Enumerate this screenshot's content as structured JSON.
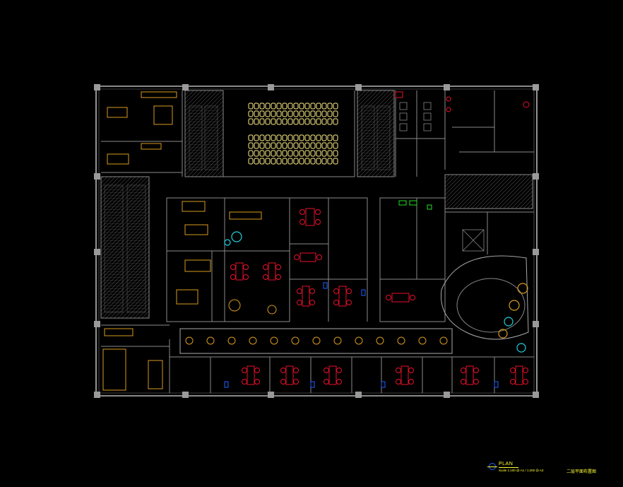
{
  "drawing": {
    "title": "PLAN",
    "scale": "Scale 1:100 @ A1 / 1:200 @ A3",
    "subtitle_cn": "二层平面布置图"
  },
  "colors": {
    "background": "#000000",
    "wall": "#b8b8b8",
    "partition": "#8a8a8a",
    "furniture_yellow": "#ffee88",
    "furniture_red": "#e8102a",
    "cyan": "#20d0e0",
    "blue": "#2060ff",
    "green": "#22dd22",
    "orange": "#d89a20",
    "title_yellow": "#ffff33"
  },
  "icons": [
    "north-arrow-icon"
  ]
}
